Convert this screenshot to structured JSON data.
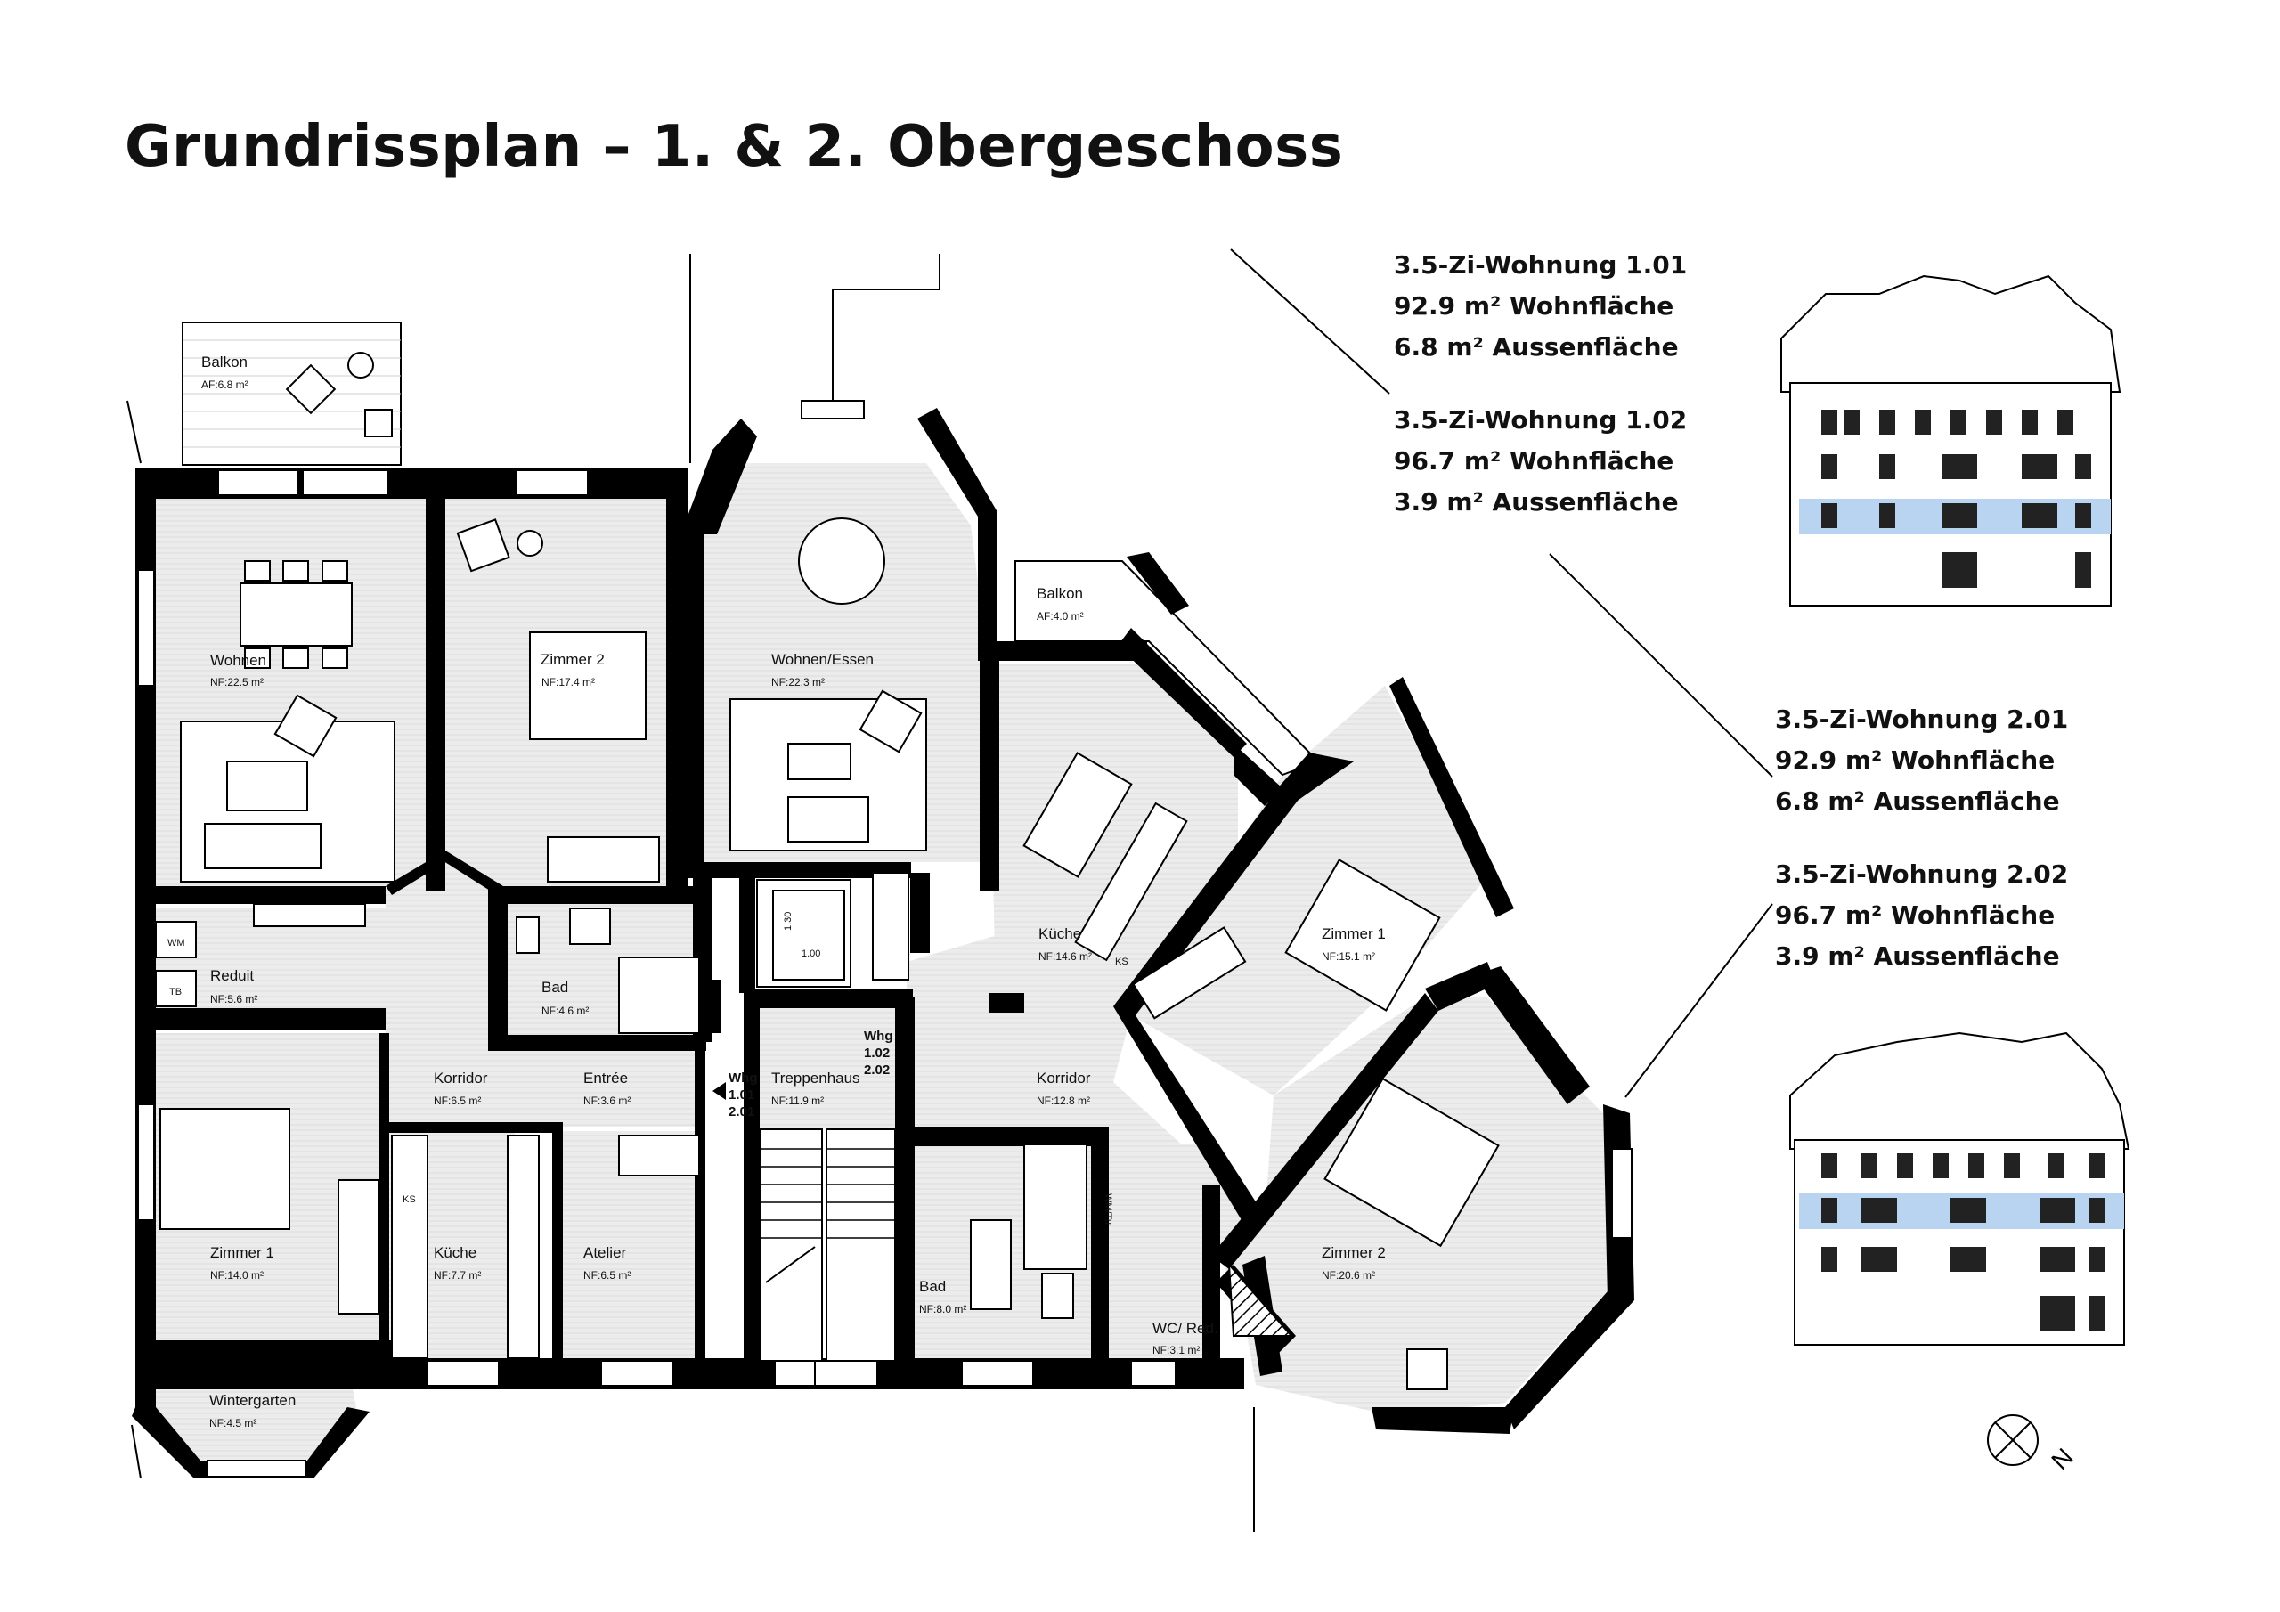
{
  "title": "Grundrissplan – 1. & 2. Obergeschoss",
  "units": [
    {
      "name": "3.5-Zi-Wohnung 1.01",
      "living": "92.9 m² Wohnfläche",
      "outdoor": "6.8 m² Aussenfläche"
    },
    {
      "name": "3.5-Zi-Wohnung 1.02",
      "living": "96.7 m² Wohnfläche",
      "outdoor": "3.9 m² Aussenfläche"
    },
    {
      "name": "3.5-Zi-Wohnung 2.01",
      "living": "92.9 m² Wohnfläche",
      "outdoor": "6.8 m² Aussenfläche"
    },
    {
      "name": "3.5-Zi-Wohnung 2.02",
      "living": "96.7 m² Wohnfläche",
      "outdoor": "3.9 m² Aussenfläche"
    }
  ],
  "rooms": {
    "balkon_w": {
      "name": "Balkon",
      "area": "AF:6.8 m²"
    },
    "wohnen": {
      "name": "Wohnen",
      "area": "NF:22.5 m²"
    },
    "zimmer2_w": {
      "name": "Zimmer 2",
      "area": "NF:17.4 m²"
    },
    "wohnen_essen": {
      "name": "Wohnen/Essen",
      "area": "NF:22.3 m²"
    },
    "balkon_e": {
      "name": "Balkon",
      "area": "AF:4.0 m²"
    },
    "reduit": {
      "name": "Reduit",
      "area": "NF:5.6 m²"
    },
    "bad_w": {
      "name": "Bad",
      "area": "NF:4.6 m²"
    },
    "kueche_e": {
      "name": "Küche",
      "area": "NF:14.6 m²"
    },
    "zimmer1_e": {
      "name": "Zimmer 1",
      "area": "NF:15.1 m²"
    },
    "korridor_w": {
      "name": "Korridor",
      "area": "NF:6.5 m²"
    },
    "entree": {
      "name": "Entrée",
      "area": "NF:3.6 m²"
    },
    "treppenhaus": {
      "name": "Treppenhaus",
      "area": "NF:11.9 m²"
    },
    "korridor_e": {
      "name": "Korridor",
      "area": "NF:12.8 m²"
    },
    "zimmer1_w": {
      "name": "Zimmer 1",
      "area": "NF:14.0 m²"
    },
    "kueche_w": {
      "name": "Küche",
      "area": "NF:7.7 m²"
    },
    "atelier": {
      "name": "Atelier",
      "area": "NF:6.5 m²"
    },
    "bad_e": {
      "name": "Bad",
      "area": "NF:8.0 m²"
    },
    "wc_red": {
      "name": "WC/ Red.",
      "area": "NF:3.1 m²"
    },
    "zimmer2_e": {
      "name": "Zimmer 2",
      "area": "NF:20.6 m²"
    },
    "wintergarten": {
      "name": "Wintergarten",
      "area": "NF:4.5 m²"
    }
  },
  "labels": {
    "wm": "WM",
    "tb": "TB",
    "ks1": "KS",
    "ks2": "KS",
    "wmtu": "WM/Tu",
    "lift_dim1": "1.30",
    "lift_dim2": "1.00",
    "whg_right": [
      "Whg",
      "1.02",
      "2.02"
    ],
    "whg_left": [
      "Whg",
      "1.01",
      "2.01"
    ],
    "north": "N"
  },
  "colors": {
    "wall": "#000000",
    "floor": "#e8e8e8",
    "highlight_blue": "#b8d4f0"
  }
}
